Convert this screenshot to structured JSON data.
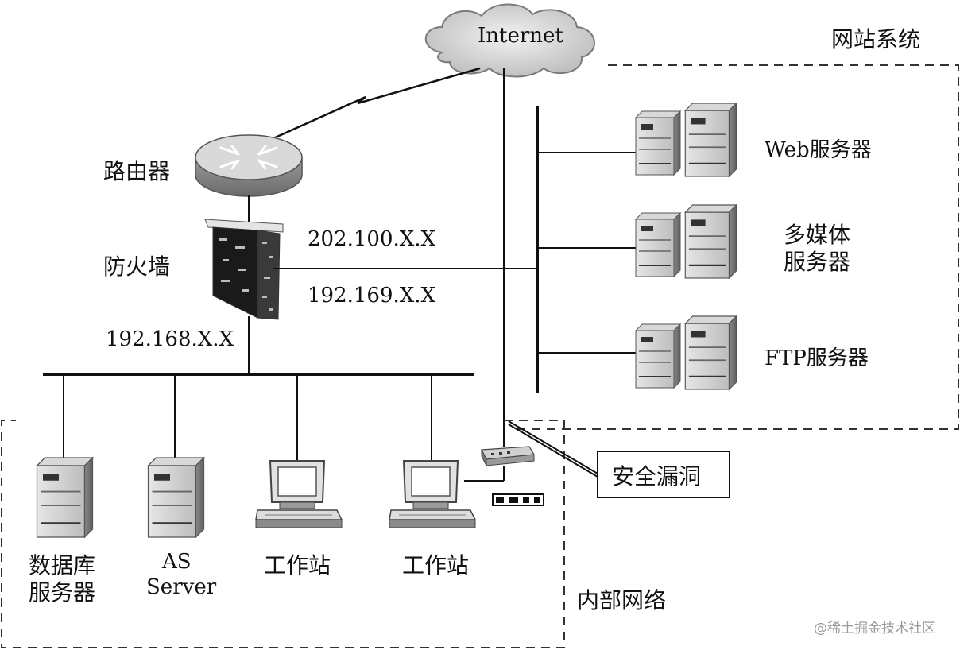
{
  "labels": {
    "internet": "Internet",
    "website_system": "网站系统",
    "router": "路由器",
    "firewall": "防火墙",
    "ip_external": "202.100.X.X",
    "ip_dmz": "192.169.X.X",
    "ip_internal": "192.168.X.X",
    "web_server": "Web服务器",
    "media_server_line1": "多媒体",
    "media_server_line2": "服务器",
    "ftp_server": "FTP服务器",
    "security_hole": "安全漏洞",
    "db_server_line1": "数据库",
    "db_server_line2": "服务器",
    "as_server_line1": "AS",
    "as_server_line2": "Server",
    "workstation_1": "工作站",
    "workstation_2": "工作站",
    "internal_network": "内部网络",
    "watermark": "@稀土掘金技术社区"
  }
}
